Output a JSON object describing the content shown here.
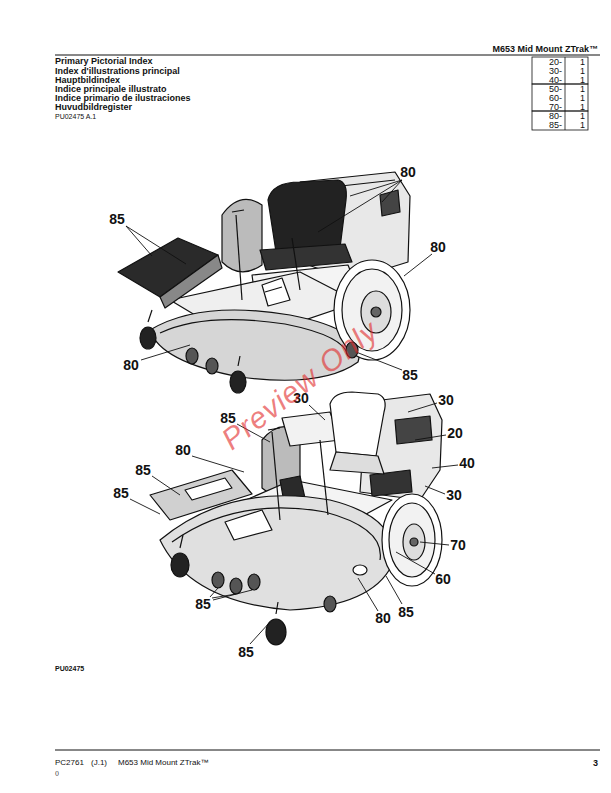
{
  "diagram": {
    "title": "Primary Pictorial Index",
    "labels": [
      "M653 Mid Mount ZTrak™",
      "Index d'illustrations principal",
      "Hauptbildindex",
      "Indice principale illustrato",
      "Indice primario de ilustraciones",
      "Huvudbildregister",
      "PU02475 A.1",
      "20-",
      "1",
      "30-",
      "1",
      "40-",
      "1",
      "50-",
      "1",
      "60-",
      "1",
      "70-",
      "1",
      "80-",
      "1",
      "85-",
      "1",
      "80",
      "85",
      "80",
      "80",
      "85",
      "30",
      "30",
      "85",
      "20",
      "80",
      "40",
      "85",
      "30",
      "85",
      "70",
      "60",
      "85",
      "80",
      "85",
      "85",
      "Preview Only",
      "PU02475",
      "PC2761",
      "(J.1)",
      "M653 Mid Mount ZTrak™",
      "3",
      "()"
    ]
  }
}
